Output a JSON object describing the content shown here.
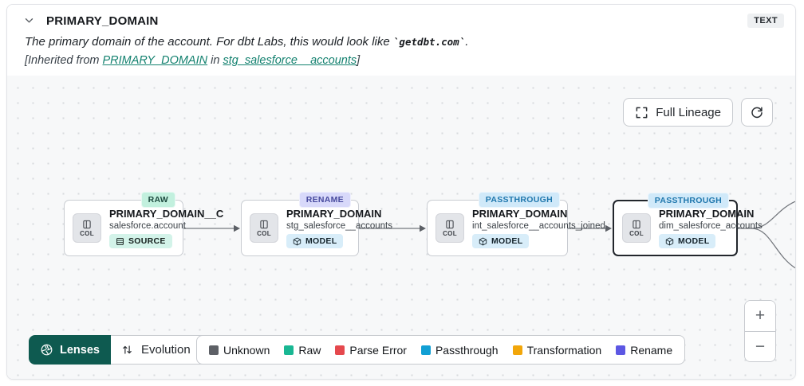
{
  "header": {
    "title": "PRIMARY_DOMAIN",
    "type_badge": "TEXT",
    "description": {
      "prefix": "The primary domain of the account. For dbt Labs, this would look like ",
      "code": "`getdbt.com`",
      "suffix": "."
    },
    "inherited": {
      "prefix": "[Inherited from ",
      "column_link": "PRIMARY_DOMAIN",
      "connector": " in ",
      "model_link": "stg_salesforce__accounts",
      "suffix": "]"
    }
  },
  "canvas": {
    "full_lineage_label": "Full Lineage",
    "labels": {
      "col": "COL"
    },
    "nodes": [
      {
        "status_badge": "RAW",
        "title": "PRIMARY_DOMAIN__C",
        "subtitle": "salesforce.account",
        "type": "SOURCE"
      },
      {
        "status_badge": "RENAME",
        "title": "PRIMARY_DOMAIN",
        "subtitle": "stg_salesforce__accounts",
        "type": "MODEL"
      },
      {
        "status_badge": "PASSTHROUGH",
        "title": "PRIMARY_DOMAIN",
        "subtitle": "int_salesforce__accounts_joined",
        "type": "MODEL"
      },
      {
        "status_badge": "PASSTHROUGH",
        "title": "PRIMARY_DOMAIN",
        "subtitle": "dim_salesforce_accounts",
        "type": "MODEL"
      }
    ],
    "zoom": {
      "in": "+",
      "out": "−"
    }
  },
  "footer": {
    "lenses_label": "Lenses",
    "lens_selected": "Evolution",
    "legend": [
      {
        "label": "Unknown",
        "color": "#5d6066"
      },
      {
        "label": "Raw",
        "color": "#19b793"
      },
      {
        "label": "Parse Error",
        "color": "#e5484d"
      },
      {
        "label": "Passthrough",
        "color": "#119fd4"
      },
      {
        "label": "Transformation",
        "color": "#f2a609"
      },
      {
        "label": "Rename",
        "color": "#5c57e3"
      }
    ]
  }
}
